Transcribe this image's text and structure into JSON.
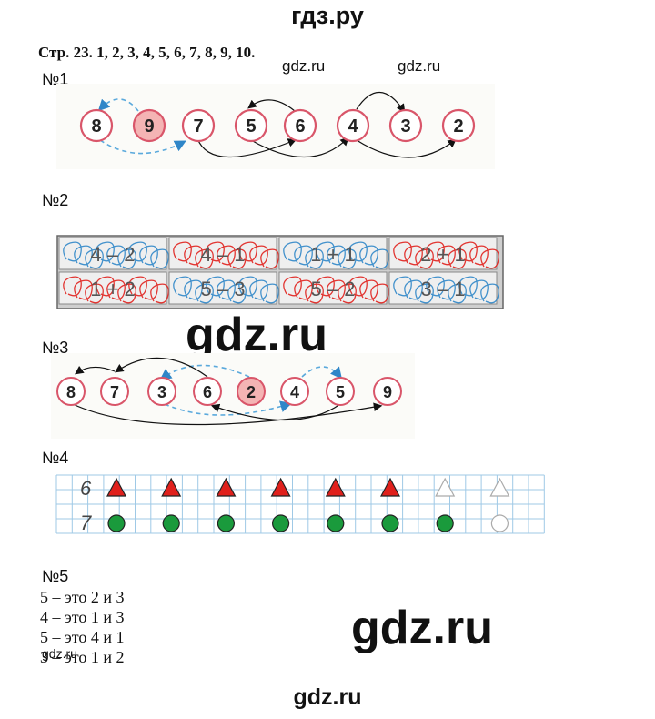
{
  "header": {
    "site": "гдз.ру"
  },
  "page_ref": "Стр. 23. 1, 2, 3, 4, 5, 6, 7, 8, 9, 10.",
  "watermarks": {
    "small_1": "gdz.ru",
    "small_2": "gdz.ru",
    "small_3": "gdz.ru",
    "big_1": "gdz.ru",
    "big_2": "gdz.ru"
  },
  "task1": {
    "number": "№1",
    "circles": [
      "8",
      "9",
      "7",
      "5",
      "6",
      "4",
      "3",
      "2"
    ]
  },
  "task2": {
    "number": "№2",
    "cells": [
      {
        "text": "4 – 2",
        "scribble": "blue"
      },
      {
        "text": "4 – 1",
        "scribble": "red"
      },
      {
        "text": "1 + 1",
        "scribble": "blue"
      },
      {
        "text": "2 + 1",
        "scribble": "red"
      },
      {
        "text": "1 + 2",
        "scribble": "red"
      },
      {
        "text": "5 – 3",
        "scribble": "blue"
      },
      {
        "text": "5 – 2",
        "scribble": "red"
      },
      {
        "text": "3 – 1",
        "scribble": "blue"
      }
    ]
  },
  "task3": {
    "number": "№3",
    "circles": [
      "8",
      "7",
      "3",
      "6",
      "2",
      "4",
      "5",
      "9"
    ]
  },
  "task4": {
    "number": "№4",
    "row_labels": [
      "6",
      "7"
    ],
    "triangles": {
      "filled": 6,
      "empty": 2
    },
    "circles": {
      "filled": 7,
      "empty": 1
    }
  },
  "task5": {
    "number": "№5",
    "lines": [
      "5 – это 2 и 3",
      "4 – это 1 и 3",
      "5 – это 4 и 1",
      "3 – это 1 и 2"
    ]
  },
  "footer": {
    "site": "gdz.ru"
  },
  "colors": {
    "red": "#e0201c",
    "blue": "#2f86c8",
    "green": "#1a9a3c",
    "pink_fill": "#f4b4b4",
    "circle_stroke": "#d9566a"
  }
}
